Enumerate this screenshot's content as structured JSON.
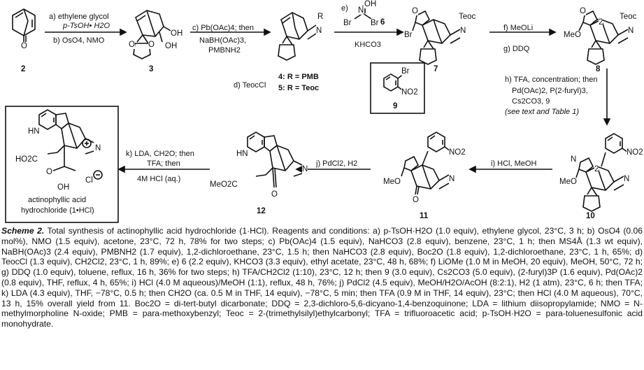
{
  "compounds": {
    "c2": "2",
    "c3": "3",
    "c4": "4",
    "c5": "5",
    "c6": "6",
    "c7": "7",
    "c8": "8",
    "c9": "9",
    "c10": "10",
    "c11": "11",
    "c12": "12",
    "c1_name_line1": "actinophyllic acid",
    "c1_name_line2": "hydrochloride (1•HCl)"
  },
  "atoms": {
    "o": "O",
    "oh": "OH",
    "r": "R",
    "n": "N",
    "teoc": "Teoc",
    "br": "Br",
    "meo": "MeO",
    "no2": "NO2",
    "hn": "HN",
    "ho2c": "HO2C",
    "meo2c": "MeO2C",
    "cl": "Cl",
    "two": "2",
    "oh_oxime": "OH",
    "ring_n": "N",
    "ring_o": "O"
  },
  "conditions": {
    "a_line1": "a) ethylene glycol",
    "a_line2": "p-TsOH• H2O",
    "b": "b) OsO4, NMO",
    "c_line1": "c) Pb(OAc)4; then",
    "c_line2": "NaBH(OAc)3,",
    "c_line3": "PMBNH2",
    "d": "d) TeocCl",
    "r4": "4: R = PMB",
    "r5": "5: R = Teoc",
    "e_label": "e)",
    "e_reagent": "KHCO3",
    "f": "f) MeOLi",
    "g": "g) DDQ",
    "h_line1": "h) TFA, concentration; then",
    "h_line2": "Pd(OAc)2, P(2-furyl)3,",
    "h_line3": "Cs2CO3, 9",
    "h_line4": "(see text and Table 1)",
    "i": "i) HCl, MeOH",
    "j": "j) PdCl2, H2",
    "k_line1": "k) LDA, CH2O; then",
    "k_line2": "TFA; then",
    "k_line3": "4M HCl (aq.)"
  },
  "caption": {
    "scheme_label": "Scheme 2.",
    "text": "Total synthesis of actinophyllic acid hydrochloride (1·HCl). Reagents and conditions: a) p-TsOH·H2O (1.0 equiv), ethylene glycol, 23°C, 3 h; b) OsO4 (0.06 mol%), NMO (1.5 equiv), acetone, 23°C, 72 h, 78% for two steps; c) Pb(OAc)4 (1.5 equiv), NaHCO3 (2.8 equiv), benzene, 23°C, 1 h; then MS4Å (1.3 wt equiv), NaBH(OAc)3 (2.4 equiv), PMBNH2 (1.7 equiv), 1,2-dichloroethane, 23°C, 1.5 h; then NaHCO3 (2.8 equiv), Boc2O (1.8 equiv), 1,2-dichloroethane, 23°C, 1 h, 65%; d) TeocCl (1.3 equiv), CH2Cl2, 23°C, 1 h, 89%; e) 6 (2.2 equiv), KHCO3 (3.3 equiv), ethyl acetate, 23°C, 48 h, 68%; f) LiOMe (1.0 M in MeOH, 20 equiv), MeOH, 50°C, 72 h; g) DDQ (1.0 equiv), toluene, reflux, 16 h, 36% for two steps; h) TFA/CH2Cl2 (1:10), 23°C, 12 h; then 9 (3.0 equiv), Cs2CO3 (5.0 equiv), (2-furyl)3P (1.6 equiv), Pd(OAc)2 (0.8 equiv), THF, reflux, 4 h, 65%; i) HCl (4.0 M aqueous)/MeOH (1:1), reflux, 48 h, 76%; j) PdCl2 (4.5 equiv), MeOH/H2O/AcOH (8:2:1), H2 (1 atm), 23°C, 6 h; then TFA; k) LDA (4.3 equiv), THF, −78°C, 0.5 h; then CH2O (ca. 0.5 M in THF, 14 equiv), −78°C, 5 min; then TFA (0.9 M in THF, 14 equiv), 23°C; then HCl (4.0 M aqueous), 70°C, 13 h, 15% overall yield from 11. Boc2O = di-tert-butyl dicarbonate; DDQ = 2,3-dichloro-5,6-dicyano-1,4-benzoquinone; LDA = lithium diisopropylamide; NMO = N-methylmorpholine N-oxide; PMB = para-methoxybenzyl; Teoc = 2-(trimethylsilyl)ethylcarbonyl; TFA = trifluoroacetic acid; p-TsOH·H2O = para-toluenesulfonic acid monohydrate."
  }
}
